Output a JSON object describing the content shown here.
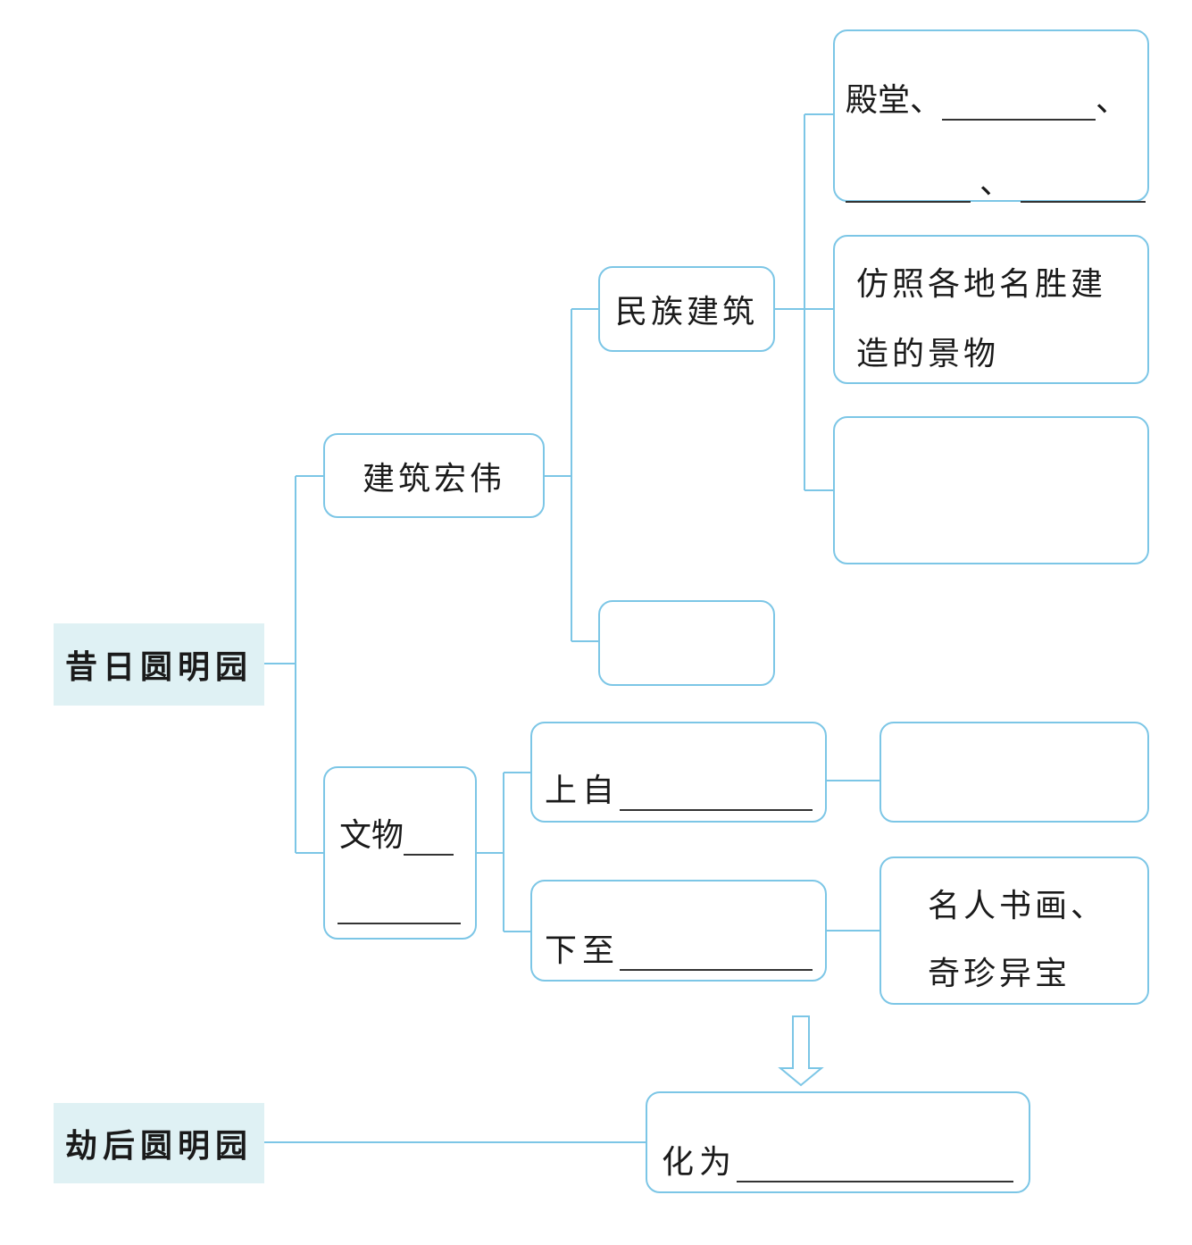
{
  "roots": {
    "past": "昔日圆明园",
    "after": "劫后圆明园"
  },
  "nodes": {
    "grand": "建筑宏伟",
    "ethnic": "民族建筑",
    "relics_prefix": "文物",
    "halls_prefix": "殿堂、",
    "sep": "、",
    "imitation_line1": "仿照各地名胜建",
    "imitation_line2": "造的景物",
    "from_prefix": "上自",
    "to_prefix": "下至",
    "treasure_line1": "名人书画、",
    "treasure_line2": "奇珍异宝",
    "became_prefix": "化为"
  },
  "colors": {
    "line": "#7cc6e6",
    "root_bg": "#dff1f4"
  }
}
